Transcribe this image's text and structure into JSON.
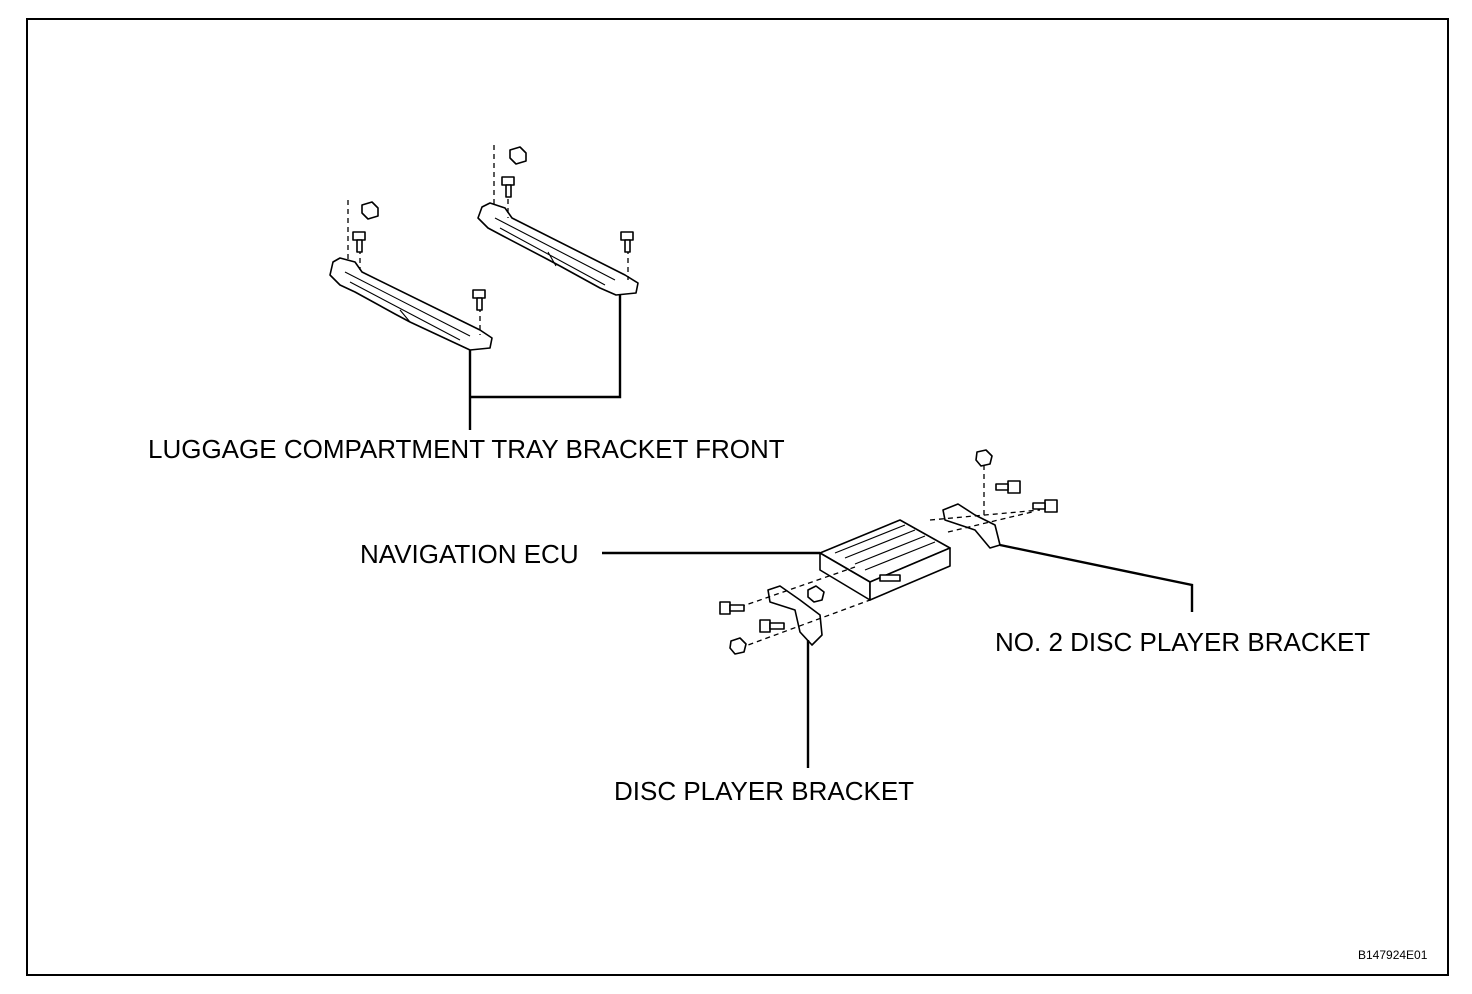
{
  "labels": {
    "luggage_tray_bracket": "LUGGAGE COMPARTMENT TRAY BRACKET FRONT",
    "navigation_ecu": "NAVIGATION ECU",
    "no2_disc_player_bracket": "NO. 2 DISC PLAYER BRACKET",
    "disc_player_bracket": "DISC PLAYER BRACKET"
  },
  "figure_code": "B147924E01"
}
